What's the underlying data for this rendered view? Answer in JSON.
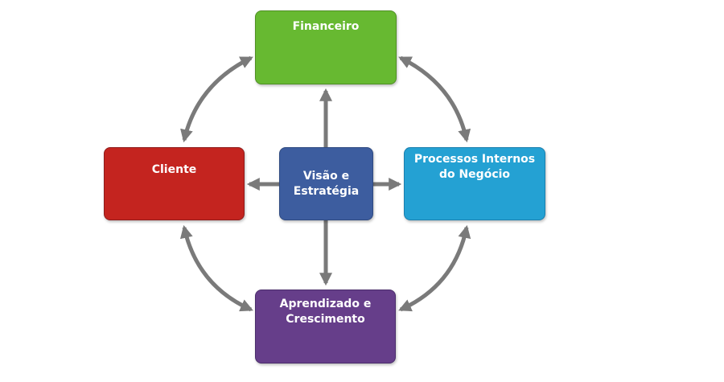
{
  "diagram": {
    "nodes": {
      "financeiro": {
        "label": "Financeiro",
        "color": "#67b931"
      },
      "cliente": {
        "label": "Cliente",
        "color": "#c4241f"
      },
      "visao": {
        "label": "Visão e Estratégia",
        "color": "#3d5d9f"
      },
      "processos": {
        "label": "Processos Internos do Negócio",
        "color": "#24a1d3"
      },
      "aprendizado": {
        "label": "Aprendizado e Crescimento",
        "color": "#663e8a"
      }
    },
    "arrow_color": "#7a7a7a"
  }
}
